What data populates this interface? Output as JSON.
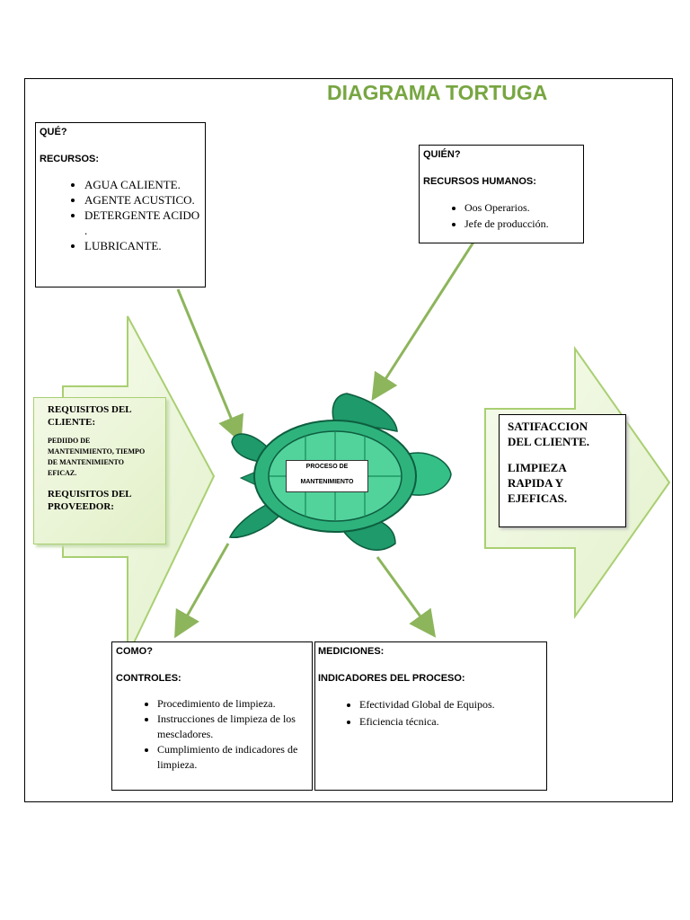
{
  "title": "DIAGRAMA TORTUGA",
  "que": {
    "heading": "QUÉ?",
    "subheading": "RECURSOS:",
    "items": [
      "AGUA CALIENTE.",
      "AGENTE ACUSTICO.",
      "DETERGENTE ACIDO .",
      "LUBRICANTE."
    ]
  },
  "quien": {
    "heading": "QUIÉN?",
    "subheading": "RECURSOS HUMANOS:",
    "items": [
      "Oos Operarios.",
      "Jefe de producción."
    ]
  },
  "requisitos": {
    "cliente_heading": "REQUISITOS DEL CLIENTE:",
    "cliente_text": "PEDIIDO DE MANTENIMIENTO, TIEMPO DE MANTENIMIENTO EFICAZ.",
    "proveedor_heading": "REQUISITOS DEL PROVEEDOR:"
  },
  "salida": {
    "line1": "SATIFACCION DEL CLIENTE.",
    "line2": "LIMPIEZA RAPIDA Y EJEFICAS."
  },
  "turtle": {
    "line1": "PROCESO DE",
    "line2": "MANTENIMIENTO"
  },
  "como": {
    "heading": "COMO?",
    "subheading": "CONTROLES:",
    "items": [
      "Procedimiento de limpieza.",
      "Instrucciones de limpieza de los mescladores.",
      "Cumplimiento de indicadores de limpieza."
    ]
  },
  "mediciones": {
    "heading": "MEDICIONES:",
    "subheading": "INDICADORES DEL PROCESO:",
    "items": [
      "Efectividad Global de Equipos.",
      "Eficiencia técnica."
    ]
  },
  "colors": {
    "title_green": "#77a641",
    "arrow_green": "#8db55c",
    "turtle_green": "#2fb37d"
  }
}
